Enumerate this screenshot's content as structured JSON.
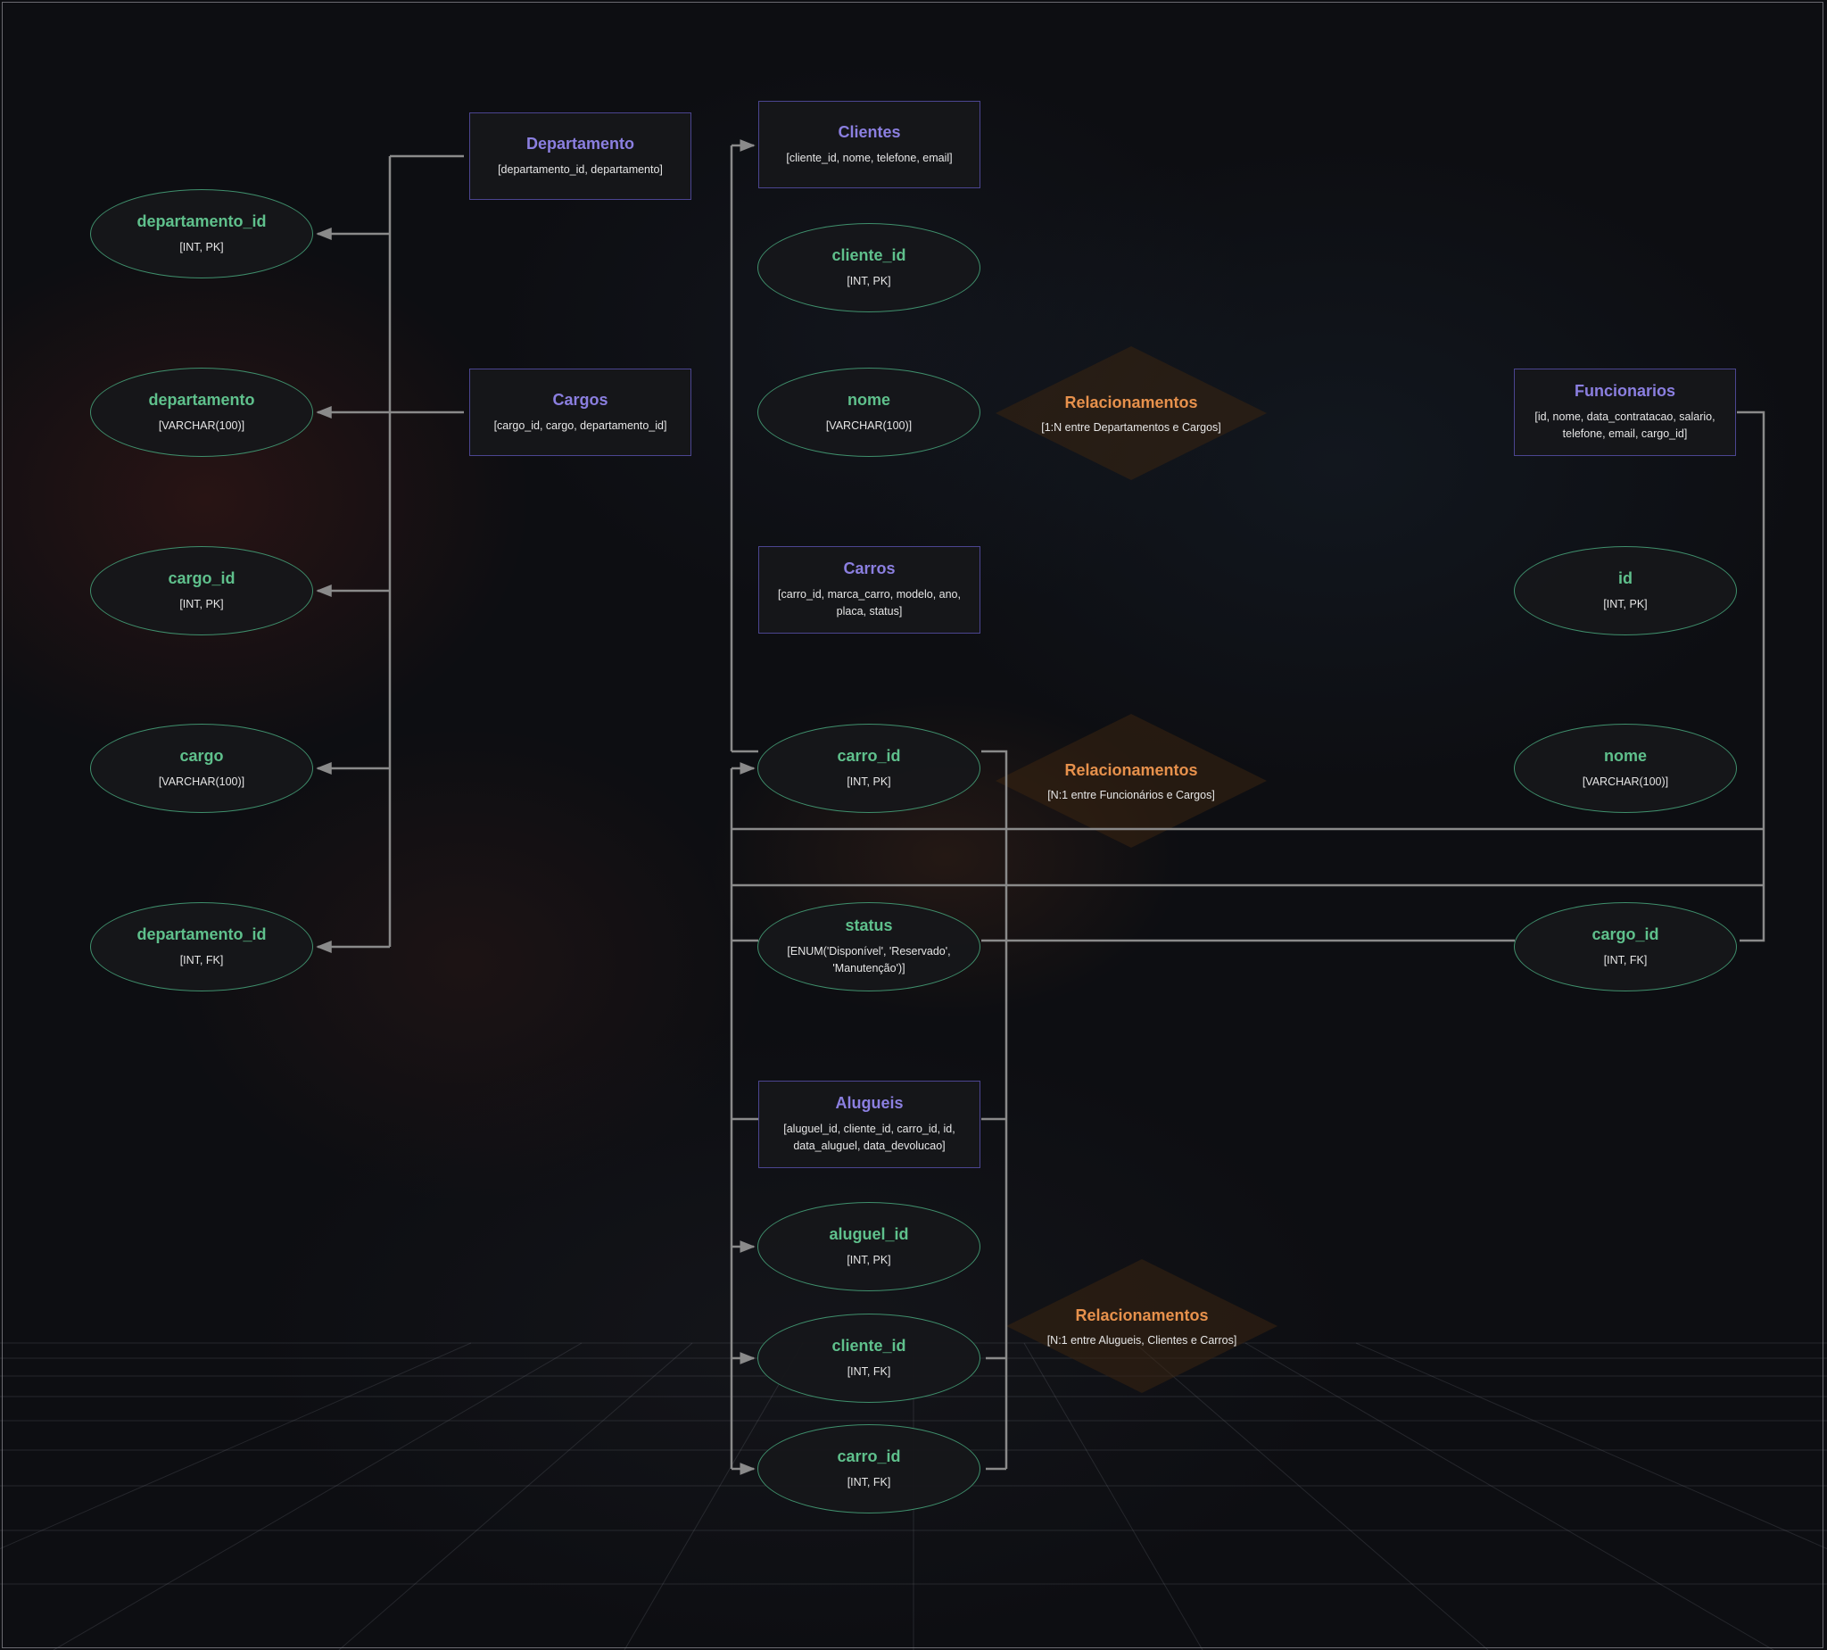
{
  "colors": {
    "entity_border": "#4b4590",
    "entity_title": "#8b7fe0",
    "attribute_border": "#3f8f6c",
    "attribute_name": "#5fc08c",
    "relationship_title": "#e7914c",
    "relationship_fill": "#3a2410",
    "connector": "#8a8a8a",
    "text": "#e6e6e6"
  },
  "entities": {
    "departamento": {
      "title": "Departamento",
      "attrs": "[departamento_id, departamento]"
    },
    "cargos": {
      "title": "Cargos",
      "attrs": "[cargo_id, cargo, departamento_id]"
    },
    "clientes": {
      "title": "Clientes",
      "attrs": "[cliente_id, nome, telefone, email]"
    },
    "carros": {
      "title": "Carros",
      "attrs": "[carro_id, marca_carro, modelo, ano, placa, status]"
    },
    "alugueis": {
      "title": "Alugueis",
      "attrs": "[aluguel_id, cliente_id, carro_id, id, data_aluguel, data_devolucao]"
    },
    "funcionarios": {
      "title": "Funcionarios",
      "attrs": "[id, nome, data_contratacao, salario, telefone, email, cargo_id]"
    }
  },
  "attributes": {
    "a1": {
      "name": "departamento_id",
      "type": "[INT, PK]"
    },
    "a2": {
      "name": "departamento",
      "type": "[VARCHAR(100)]"
    },
    "a3": {
      "name": "cargo_id",
      "type": "[INT, PK]"
    },
    "a4": {
      "name": "cargo",
      "type": "[VARCHAR(100)]"
    },
    "a5": {
      "name": "departamento_id",
      "type": "[INT, FK]"
    },
    "a6": {
      "name": "cliente_id",
      "type": "[INT, PK]"
    },
    "a7": {
      "name": "nome",
      "type": "[VARCHAR(100)]"
    },
    "a8": {
      "name": "carro_id",
      "type": "[INT, PK]"
    },
    "a9": {
      "name": "status",
      "type": "[ENUM('Disponível', 'Reservado', 'Manutenção')]"
    },
    "a10": {
      "name": "aluguel_id",
      "type": "[INT, PK]"
    },
    "a11": {
      "name": "cliente_id",
      "type": "[INT, FK]"
    },
    "a12": {
      "name": "carro_id",
      "type": "[INT, FK]"
    },
    "a13": {
      "name": "id",
      "type": "[INT, PK]"
    },
    "a14": {
      "name": "nome",
      "type": "[VARCHAR(100)]"
    },
    "a15": {
      "name": "cargo_id",
      "type": "[INT, FK]"
    }
  },
  "relationships": {
    "r1": {
      "title": "Relacionamentos",
      "desc": "[1:N entre Departamentos e Cargos]"
    },
    "r2": {
      "title": "Relacionamentos",
      "desc": "[N:1 entre Funcionários e Cargos]"
    },
    "r3": {
      "title": "Relacionamentos",
      "desc": "[N:1 entre Alugueis, Clientes e Carros]"
    }
  }
}
